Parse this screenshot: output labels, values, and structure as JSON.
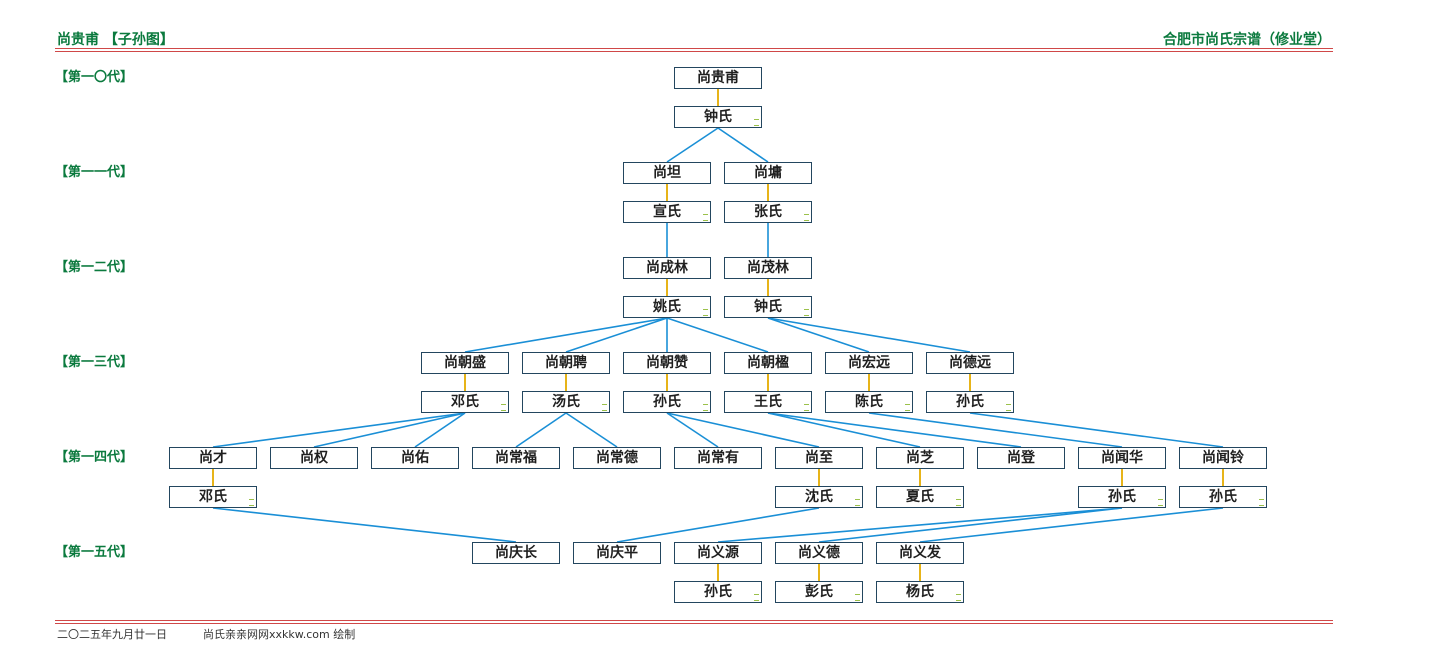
{
  "header": {
    "left_title": "尚贵甫 【子孙图】",
    "right_title": "合肥市尚氏宗谱（修业堂）"
  },
  "generations": [
    "第一〇代",
    "第一一代",
    "第一二代",
    "第一三代",
    "第一四代",
    "第一五代"
  ],
  "people": {
    "g10": "尚贵甫",
    "g10w": "钟氏",
    "tan": "尚坦",
    "tanw": "宣氏",
    "yong": "尚墉",
    "yongw": "张氏",
    "chenglin": "尚成林",
    "chenglinw": "姚氏",
    "maolin": "尚茂林",
    "maolinw": "钟氏",
    "chaosheng": "尚朝盛",
    "chaoshengw": "邓氏",
    "chaopin": "尚朝聘",
    "chaopinw": "汤氏",
    "chaozan": "尚朝赞",
    "chaozanw": "孙氏",
    "chaoying": "尚朝楹",
    "chaoyingw": "王氏",
    "hongyuan": "尚宏远",
    "hongyuanw": "陈氏",
    "deyuan": "尚德远",
    "deyuanw": "孙氏",
    "cai": "尚才",
    "caiw": "邓氏",
    "quan": "尚权",
    "you": "尚佑",
    "changfu": "尚常福",
    "changde": "尚常德",
    "changyou": "尚常有",
    "zhi": "尚至",
    "zhiw": "沈氏",
    "zhi2": "尚芝",
    "zhi2w": "夏氏",
    "deng": "尚登",
    "wenhua": "尚闻华",
    "wenhuaw": "孙氏",
    "wenling": "尚闻铃",
    "wenlingw": "孙氏",
    "qingchang": "尚庆长",
    "qingping": "尚庆平",
    "yiyuan": "尚义源",
    "yiyuanw": "孙氏",
    "yide": "尚义德",
    "yidew": "彭氏",
    "yifa": "尚义发",
    "yifaw": "杨氏"
  },
  "footer": {
    "date": "二〇二五年九月廿一日",
    "credit": "尚氏亲亲网网xxkkw.com 绘制"
  },
  "colors": {
    "title_green": "#0b7a3e",
    "rule_red": "#d04848",
    "parent_link_blue": "#1a8fd6",
    "spouse_link_gold": "#e7b419",
    "node_border": "#23465f"
  }
}
